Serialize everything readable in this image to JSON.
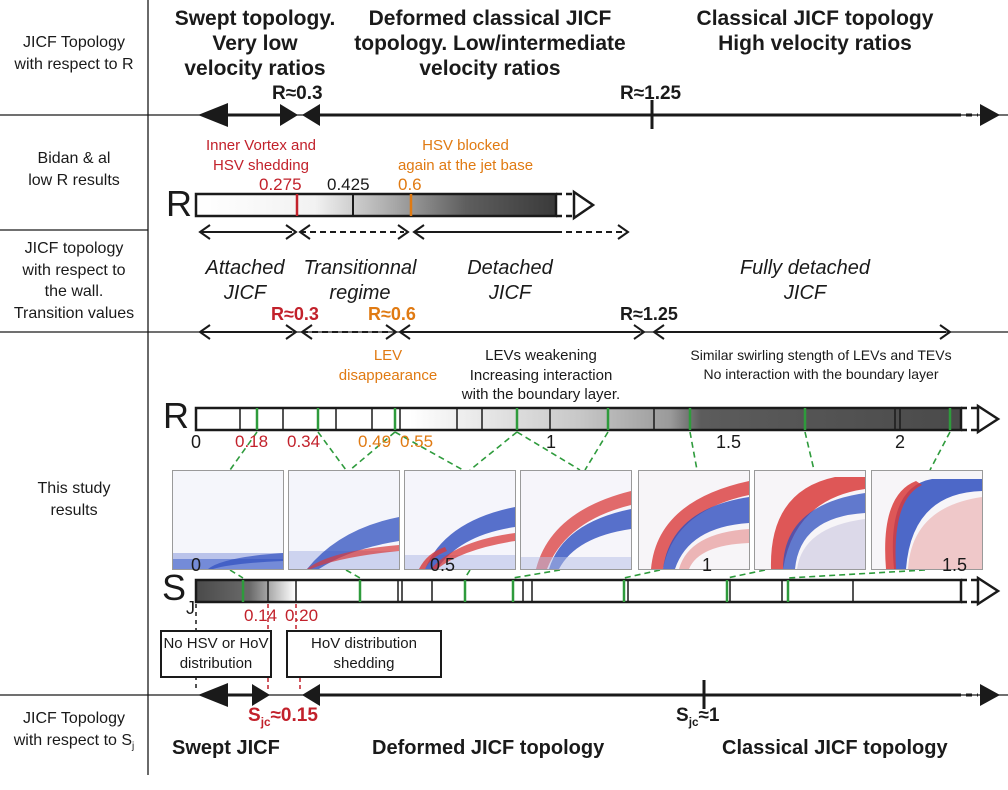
{
  "rows": {
    "r1_label": "JICF Topology\nwith respect to R",
    "r2_label": "Bidan & al\nlow R results",
    "r3_label": "JICF topology\nwith respect to\nthe wall.\nTransition values",
    "r4_label": "This study\nresults",
    "r5_label_main": "JICF Topology\nwith respect to S",
    "r5_label_sub": "j"
  },
  "top": {
    "swept": "Swept topology.\nVery low\nvelocity ratios",
    "deformed": "Deformed classical JICF\ntopology. Low/intermediate\nvelocity ratios",
    "classical": "Classical JICF topology\nHigh velocity ratios",
    "r_low": "R≈0.3",
    "r_high": "R≈1.25"
  },
  "bidan": {
    "inner_vortex": "Inner Vortex and\nHSV shedding",
    "hsv_blocked": "HSV blocked\nagain at the jet base",
    "v1": "0.275",
    "v2": "0.425",
    "v3": "0.6",
    "axis_letter": "R"
  },
  "wall": {
    "attached": "Attached\nJICF",
    "transitional": "Transitionnal\nregime",
    "detached": "Detached\nJICF",
    "fully": "Fully detached\nJICF",
    "r03": "R≈0.3",
    "r06": "R≈0.6",
    "r125": "R≈1.25"
  },
  "study": {
    "lev": "LEV\ndisappearance",
    "weakening": "LEVs weakening\nIncreasing interaction\nwith the boundary layer.",
    "similar": "Similar swirling stength of LEVs and TEVs\nNo interaction with the boundary layer",
    "axis_letter": "R",
    "ticks": [
      "0",
      "1",
      "1.5",
      "2"
    ],
    "marks_red": [
      "0.18",
      "0.34"
    ],
    "marks_orange": [
      "0.49",
      "0.55"
    ]
  },
  "sj": {
    "axis_letter": "S",
    "axis_sub": "J",
    "ticks": [
      "0",
      "0.5",
      "1",
      "1.5"
    ],
    "marks": [
      "0.14",
      "0.20"
    ],
    "box1": "No HSV or HoV\ndistribution",
    "box2": "HoV distribution\nshedding"
  },
  "bottom": {
    "sjc_low_main": "S",
    "sjc_low_sub": "jc",
    "sjc_low_val": "≈0.15",
    "sjc_high_main": "S",
    "sjc_high_sub": "jc",
    "sjc_high_val": "≈1",
    "swept": "Swept JICF",
    "deformed": "Deformed JICF topology",
    "classical": "Classical JICF topology"
  },
  "colors": {
    "red": "#c2212b",
    "orange": "#e07a12",
    "green": "#2e9b3c",
    "blue_vortex": "#2f4fbf",
    "red_vortex": "#d93b3b"
  }
}
